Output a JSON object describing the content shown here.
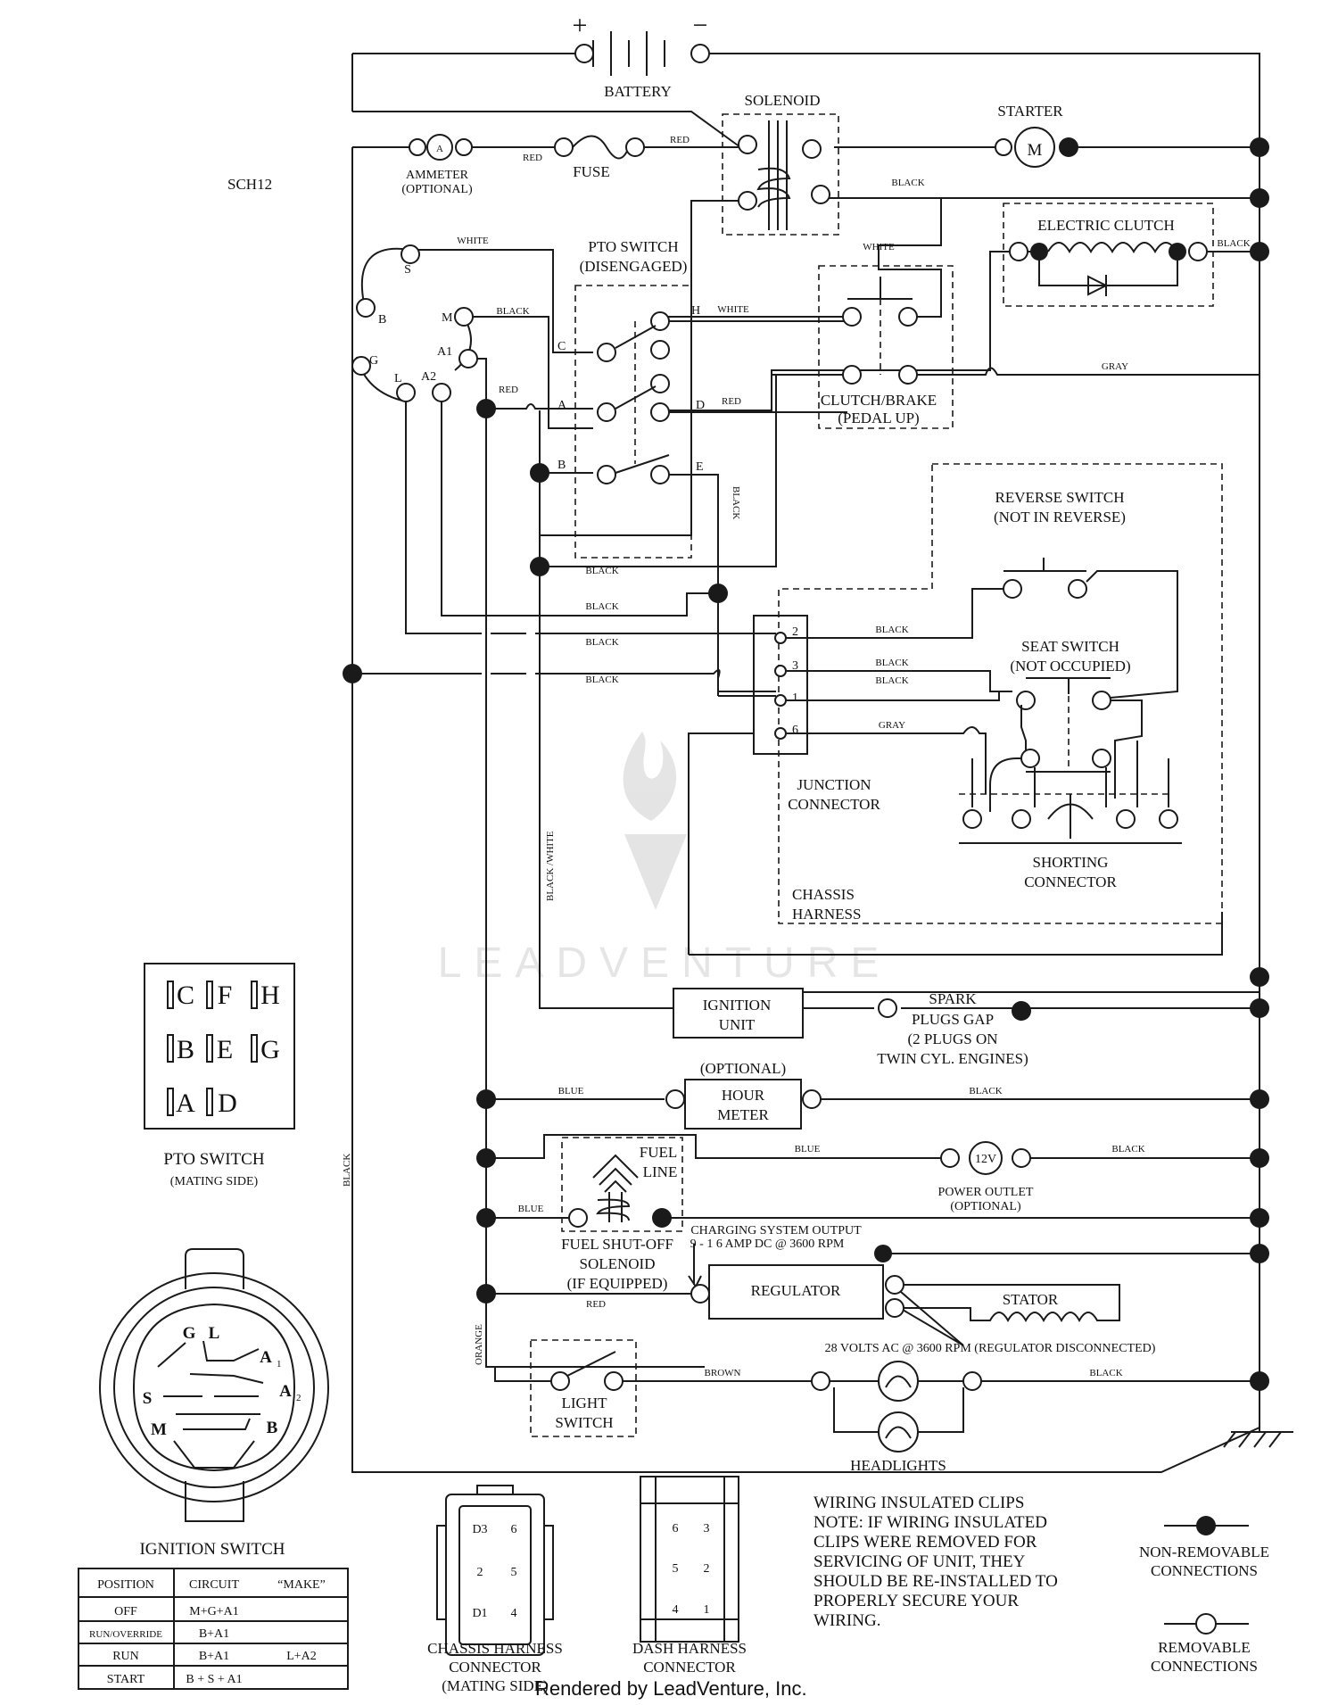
{
  "diagram_id": "SCH12",
  "components": {
    "battery": "BATTERY",
    "battery_plus": "+",
    "battery_minus": "−",
    "solenoid": "SOLENOID",
    "starter": "STARTER",
    "starter_symbol": "M",
    "ammeter": "AMMETER",
    "ammeter_note": "(OPTIONAL)",
    "ammeter_symbol": "A",
    "fuse": "FUSE",
    "electric_clutch": "ELECTRIC CLUTCH",
    "pto_switch": "PTO SWITCH",
    "pto_switch_state": "(DISENGAGED)",
    "clutch_brake": "CLUTCH/BRAKE",
    "clutch_brake_state": "(PEDAL UP)",
    "reverse_switch": "REVERSE SWITCH",
    "reverse_switch_state": "(NOT IN REVERSE)",
    "seat_switch": "SEAT SWITCH",
    "seat_switch_state": "(NOT OCCUPIED)",
    "junction_connector_1": "JUNCTION",
    "junction_connector_2": "CONNECTOR",
    "shorting_connector_1": "SHORTING",
    "shorting_connector_2": "CONNECTOR",
    "chassis_harness_1": "CHASSIS",
    "chassis_harness_2": "HARNESS",
    "ignition_unit_1": "IGNITION",
    "ignition_unit_2": "UNIT",
    "spark_plugs_1": "SPARK",
    "spark_plugs_2": "PLUGS GAP",
    "spark_plugs_3": "(2 PLUGS ON",
    "spark_plugs_4": "TWIN CYL. ENGINES)",
    "hour_meter_opt": "(OPTIONAL)",
    "hour_meter_1": "HOUR",
    "hour_meter_2": "METER",
    "fuel_line_1": "FUEL",
    "fuel_line_2": "LINE",
    "power_outlet": "POWER OUTLET",
    "power_outlet_note": "(OPTIONAL)",
    "power_outlet_symbol": "12V",
    "fuel_solenoid_1": "FUEL SHUT-OFF",
    "fuel_solenoid_2": "SOLENOID",
    "fuel_solenoid_3": "(IF EQUIPPED)",
    "charging_1": "CHARGING SYSTEM OUTPUT",
    "charging_2": "9 - 1 6 AMP DC @ 3600 RPM",
    "regulator": "REGULATOR",
    "stator": "STATOR",
    "volts_ac": "28 VOLTS AC @ 3600 RPM (REGULATOR DISCONNECTED)",
    "light_switch_1": "LIGHT",
    "light_switch_2": "SWITCH",
    "headlights": "HEADLIGHTS"
  },
  "wires": {
    "red": "RED",
    "black": "BLACK",
    "white": "WHITE",
    "gray": "GRAY",
    "blue": "BLUE",
    "brown": "BROWN",
    "orange": "ORANGE",
    "black_white": "BLACK /WHITE"
  },
  "ignition_terminals": {
    "b": "B",
    "s": "S",
    "m": "M",
    "a1": "A1",
    "g": "G",
    "l": "L",
    "a2": "A2"
  },
  "pto_terminals": {
    "c": "C",
    "h": "H",
    "a": "A",
    "d": "D",
    "b": "B",
    "e": "E"
  },
  "junction_pins": {
    "p2": "2",
    "p3": "3",
    "p1": "1",
    "p6": "6"
  },
  "pto_mating": {
    "grid": [
      [
        "C",
        "F",
        "H"
      ],
      [
        "B",
        "E",
        "G"
      ],
      [
        "A",
        "D"
      ]
    ],
    "title": "PTO SWITCH",
    "subtitle": "(MATING SIDE)"
  },
  "ignition_switch": {
    "title": "IGNITION SWITCH",
    "labels": {
      "g": "G",
      "l": "L",
      "a1": "A",
      "a1_sub": "1",
      "s": "S",
      "a2": "A",
      "a2_sub": "2",
      "m": "M",
      "b": "B"
    },
    "table": {
      "headers": [
        "POSITION",
        "CIRCUIT",
        "“MAKE”"
      ],
      "rows": [
        [
          "OFF",
          "M+G+A1",
          ""
        ],
        [
          "RUN/OVERRIDE",
          "B+A1",
          ""
        ],
        [
          "RUN",
          "B+A1",
          "L+A2"
        ],
        [
          "START",
          "B + S + A1",
          ""
        ]
      ]
    }
  },
  "chassis_connector": {
    "pins": [
      "D3",
      "6",
      "2",
      "5",
      "D1",
      "4"
    ],
    "label_1": "CHASSIS HARNESS",
    "label_2": "CONNECTOR",
    "label_3": "(MATING SIDE)"
  },
  "dash_connector": {
    "pins": [
      "6",
      "3",
      "5",
      "2",
      "4",
      "1"
    ],
    "label_1": "DASH HARNESS",
    "label_2": "CONNECTOR"
  },
  "notes": {
    "line_1": "WIRING INSULATED CLIPS",
    "line_2": "NOTE:  IF WIRING INSULATED",
    "line_3": "CLIPS WERE REMOVED FOR",
    "line_4": "SERVICING OF UNIT, THEY",
    "line_5": "SHOULD BE RE-INSTALLED TO",
    "line_6": "PROPERLY SECURE YOUR",
    "line_7": "WIRING."
  },
  "legend": {
    "non_removable_1": "NON-REMOVABLE",
    "non_removable_2": "CONNECTIONS",
    "removable_1": "REMOVABLE",
    "removable_2": "CONNECTIONS"
  },
  "watermark": "LEADVENTURE",
  "footer": "Rendered by LeadVenture, Inc."
}
